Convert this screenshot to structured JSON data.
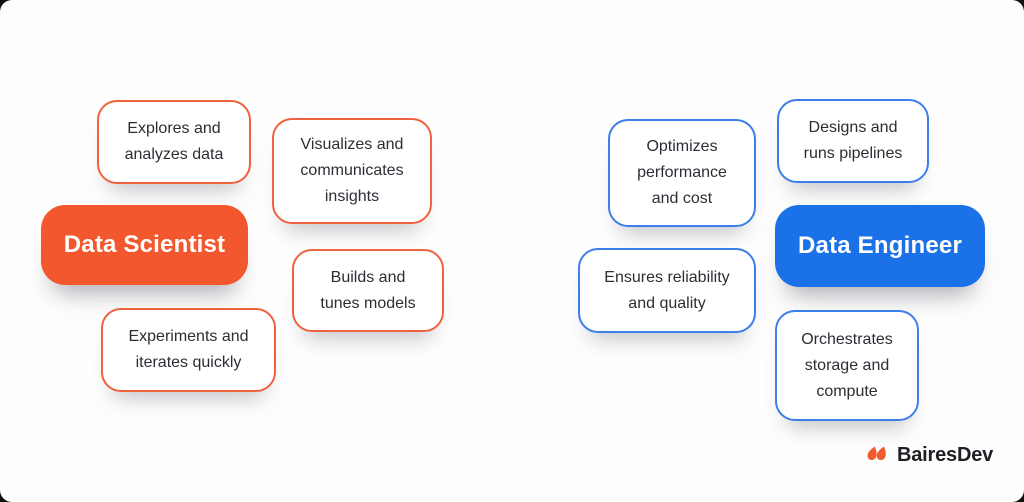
{
  "diagram": {
    "left": {
      "title": "Data Scientist",
      "fill_color": "#F2572E",
      "border_color": "#EF6240",
      "satellites": [
        {
          "name": "explores",
          "lines": [
            "Explores and",
            "analyzes data"
          ]
        },
        {
          "name": "visualizes",
          "lines": [
            "Visualizes and",
            "communicates",
            "insights"
          ]
        },
        {
          "name": "builds",
          "lines": [
            "Builds and",
            "tunes models"
          ]
        },
        {
          "name": "experiments",
          "lines": [
            "Experiments and",
            "iterates quickly"
          ]
        }
      ]
    },
    "right": {
      "title": "Data Engineer",
      "fill_color": "#1B72E8",
      "border_color": "#3D7EEA",
      "satellites": [
        {
          "name": "optimizes",
          "lines": [
            "Optimizes",
            "performance",
            "and cost"
          ]
        },
        {
          "name": "designs",
          "lines": [
            "Designs and",
            "runs pipelines"
          ]
        },
        {
          "name": "ensures",
          "lines": [
            "Ensures reliability",
            "and quality"
          ]
        },
        {
          "name": "orchestrates",
          "lines": [
            "Orchestrates",
            "storage and",
            "compute"
          ]
        }
      ]
    }
  },
  "logo": {
    "brand": "BairesDev",
    "icon": "bairesdev-petals-icon",
    "icon_color": "#F1592E",
    "text_color": "#1E1E24"
  }
}
